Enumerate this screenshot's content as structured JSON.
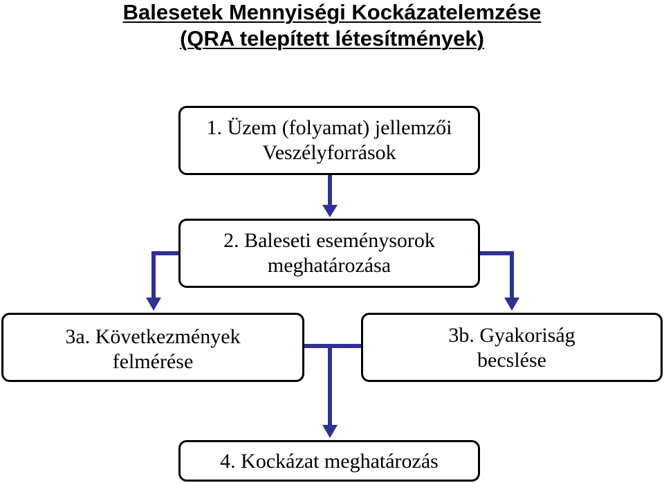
{
  "title": {
    "line1": "Balesetek Mennyiségi Kockázatelemzése",
    "line2": "(QRA telepített létesítmények)"
  },
  "boxes": {
    "step1": {
      "line1": "1. Üzem (folyamat) jellemzői",
      "line2": "Veszélyforrások"
    },
    "step2": {
      "line1": "2. Baleseti eseménysorok",
      "line2": "meghatározása"
    },
    "step3a": {
      "line1": "3a. Következmények",
      "line2": "felmérése"
    },
    "step3b": {
      "line1": "3b. Gyakoriság",
      "line2": "becslése"
    },
    "step4": {
      "line1": "4. Kockázat meghatározás"
    }
  },
  "colors": {
    "connector": "#2e3192",
    "border": "#000000",
    "text": "#000000"
  }
}
